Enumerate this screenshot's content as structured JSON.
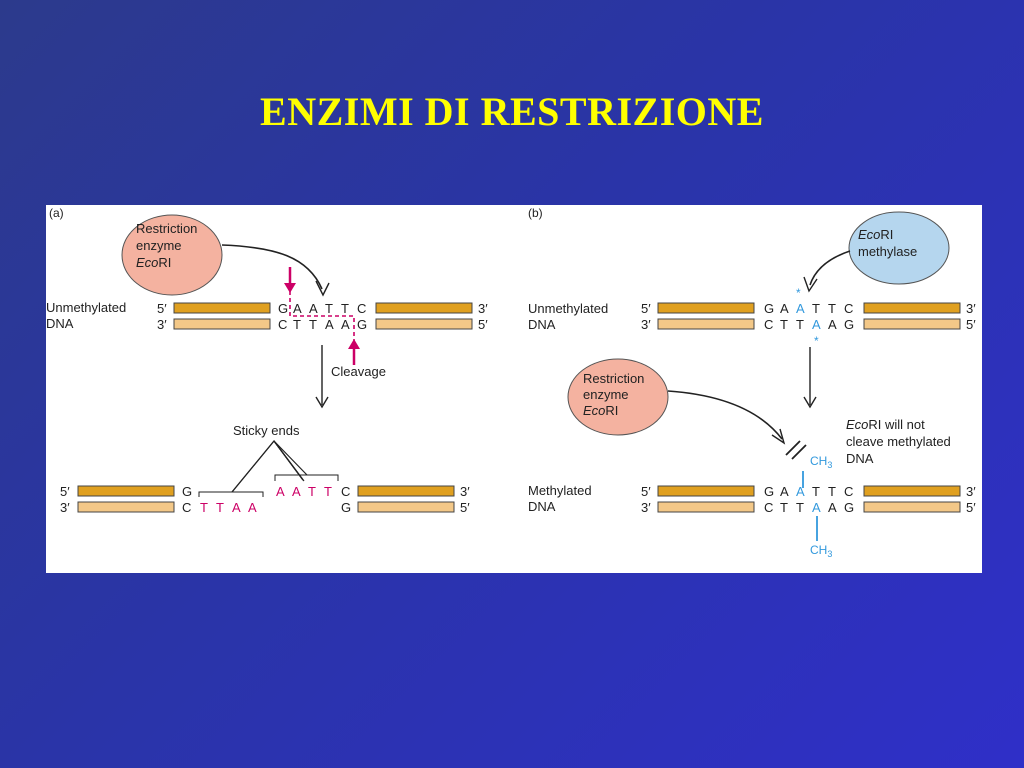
{
  "slide": {
    "title": "ENZIMI DI RESTRIZIONE"
  },
  "colors": {
    "background": "#2a34a8",
    "title": "#ffff00",
    "strand_top": "#e0a020",
    "strand_bottom": "#f3c888",
    "enzyme_fill": "#f4b2a0",
    "methylase_fill": "#b5d6ee",
    "cut_highlight": "#cc0066",
    "methyl": "#3399dd"
  },
  "panel_a": {
    "label": "(a)",
    "enzyme": {
      "line1": "Restriction",
      "line2": "enzyme",
      "line3_italic": "Eco",
      "line3_rest": "RI"
    },
    "dna_label_1": "Unmethylated",
    "dna_label_2": "DNA",
    "five_prime": "5′",
    "three_prime": "3′",
    "top_seq": [
      "G",
      "A",
      "A",
      "T",
      "T",
      "C"
    ],
    "bottom_seq": [
      "C",
      "T",
      "T",
      "A",
      "A",
      "G"
    ],
    "cleavage": "Cleavage",
    "sticky_ends": "Sticky ends",
    "left_fragment": {
      "top": "G",
      "bottom": "C",
      "overhang": [
        "T",
        "T",
        "A",
        "A"
      ]
    },
    "right_fragment": {
      "overhang": [
        "A",
        "A",
        "T",
        "T"
      ],
      "top": "C",
      "bottom": "G"
    }
  },
  "panel_b": {
    "label": "(b)",
    "methylase": {
      "line1_italic": "Eco",
      "line1_rest": "RI",
      "line2": "methylase"
    },
    "dna_label_1": "Unmethylated",
    "dna_label_2": "DNA",
    "top_seq": [
      "G",
      "A",
      "A",
      "T",
      "T",
      "C"
    ],
    "bottom_seq": [
      "C",
      "T",
      "T",
      "A",
      "A",
      "G"
    ],
    "asterisk": "*",
    "enzyme": {
      "line1": "Restriction",
      "line2": "enzyme",
      "line3_italic": "Eco",
      "line3_rest": "RI"
    },
    "note": {
      "line1_italic": "Eco",
      "line1_rest": "RI will not",
      "line2": "cleave methylated",
      "line3": "DNA"
    },
    "methyl_group": "CH",
    "methyl_sub": "3",
    "methylated_label_1": "Methylated",
    "methylated_label_2": "DNA"
  }
}
